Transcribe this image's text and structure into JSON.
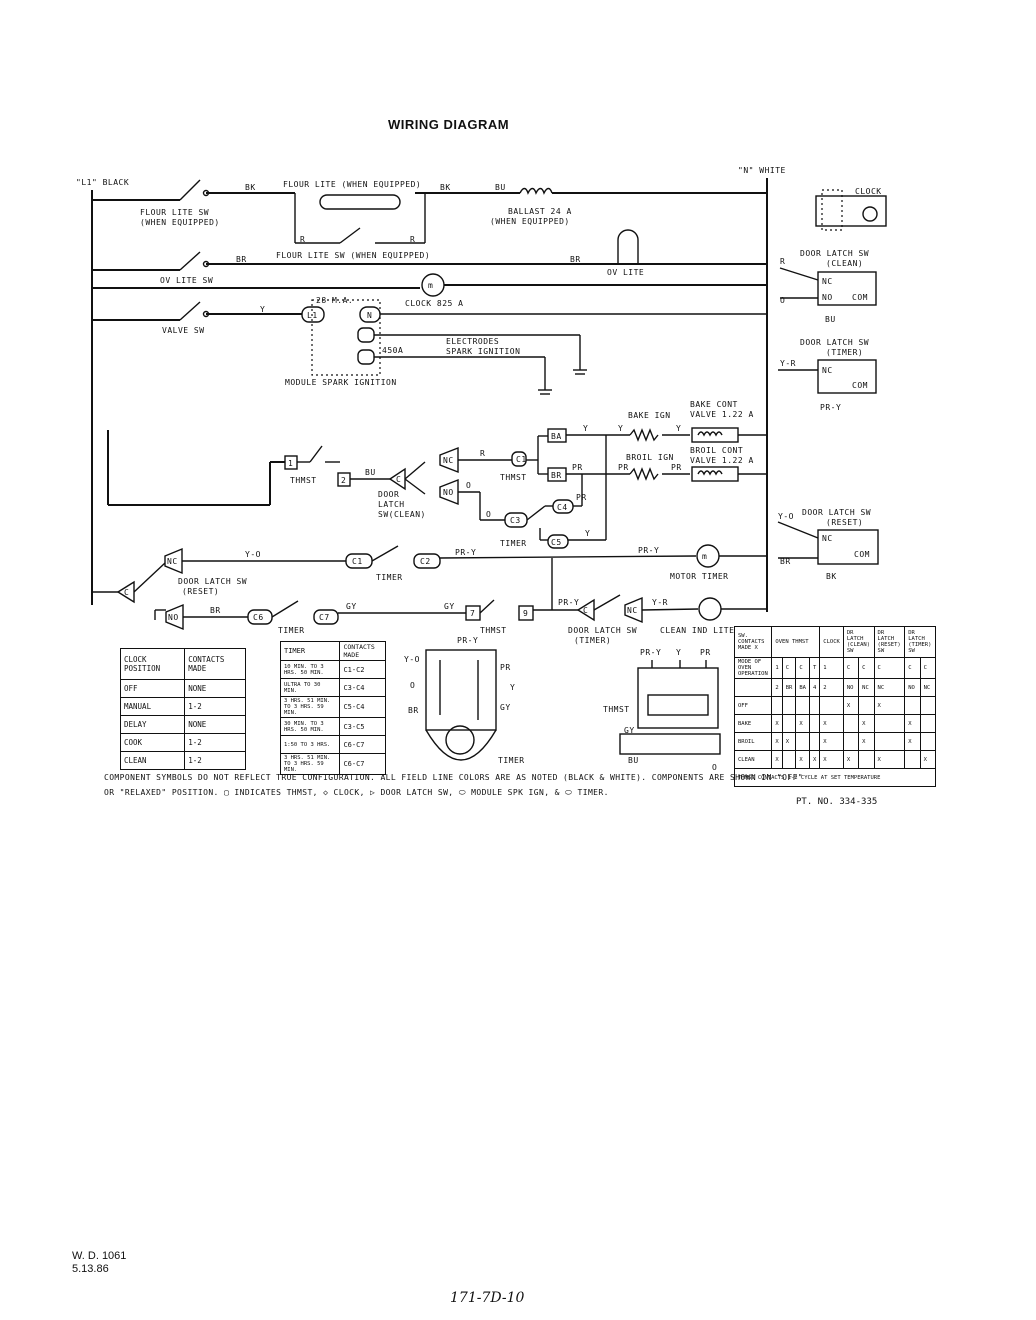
{
  "title": "WIRING DIAGRAM",
  "lines": {
    "l1": "\"L1\" BLACK",
    "n": "\"N\" WHITE"
  },
  "wire_colors": {
    "bk": "BK",
    "bu": "BU",
    "br": "BR",
    "y": "Y",
    "r": "R",
    "o": "O",
    "pr": "PR",
    "gy": "GY",
    "y_o": "Y-O",
    "pr_y": "PR-Y",
    "y_r": "Y-R"
  },
  "components": {
    "flour_lite_sw": [
      "FLOUR LITE SW",
      "(WHEN EQUIPPED)"
    ],
    "flour_lite": "FLOUR LITE (WHEN EQUIPPED)",
    "flour_lite_sw2": "FLOUR LITE SW (WHEN EQUIPPED)",
    "ballast": [
      "BALLAST 24 A",
      "(WHEN EQUIPPED)"
    ],
    "ov_lite_sw": "OV LITE SW",
    "ov_lite": "OV LITE",
    "clock_motor": "CLOCK 825 A",
    "valve_sw": "VALVE SW",
    "ma": "28 M.A.",
    "a450": "450A",
    "electrodes": [
      "ELECTRODES",
      "SPARK IGNITION"
    ],
    "module": "MODULE SPARK IGNITION",
    "bake_ign": "BAKE IGN",
    "bake_valve": [
      "BAKE CONT",
      "VALVE 1.22 A"
    ],
    "broil_ign": "BROIL IGN",
    "broil_valve": [
      "BROIL CONT",
      "VALVE 1.22 A"
    ],
    "thmst": "THMST",
    "door_latch_clean": [
      "DOOR",
      "LATCH",
      "SW(CLEAN)"
    ],
    "timer": "TIMER",
    "door_latch_reset": [
      "DOOR LATCH SW",
      "(RESET)"
    ],
    "motor_timer": "MOTOR TIMER",
    "door_latch_timer": [
      "DOOR LATCH SW",
      "(TIMER)"
    ],
    "clean_ind_lite": "CLEAN IND LITE",
    "clock": "CLOCK",
    "nc": "NC",
    "no": "NO",
    "com": "COM"
  },
  "terminals": {
    "l1": "L1",
    "n": "N",
    "ba": "BA",
    "br": "BR",
    "c1": "C1",
    "c2": "C2",
    "c3": "C3",
    "c4": "C4",
    "c5": "C5",
    "c6": "C6",
    "c7": "C7",
    "t1": "1",
    "t2": "2",
    "t7": "7",
    "t9": "9",
    "c": "C"
  },
  "right_side": {
    "door_latch_clean": [
      "DOOR LATCH SW",
      "(CLEAN)"
    ],
    "door_latch_timer": [
      "DOOR LATCH SW",
      "(TIMER)"
    ],
    "door_latch_reset": [
      "DOOR LATCH SW",
      "(RESET)"
    ]
  },
  "clock_table": {
    "headers": [
      "CLOCK POSITION",
      "CONTACTS MADE"
    ],
    "rows": [
      [
        "OFF",
        "NONE"
      ],
      [
        "MANUAL",
        "1-2"
      ],
      [
        "DELAY",
        "NONE"
      ],
      [
        "COOK",
        "1-2"
      ],
      [
        "CLEAN",
        "1-2"
      ]
    ]
  },
  "timer_table": {
    "headers": [
      "TIMER",
      "CONTACTS MADE"
    ],
    "rows": [
      [
        "10 MIN. TO 3 HRS. 50 MIN.",
        "C1-C2"
      ],
      [
        "ULTRA TO 30 MIN.",
        "C3-C4"
      ],
      [
        "3 HRS. 51 MIN. TO 3 HRS. 59 MIN.",
        "C5-C4"
      ],
      [
        "30 MIN. TO 3 HRS. 50 MIN.",
        "C3-C5"
      ],
      [
        "1:50 TO 3 HRS.",
        "C6-C7"
      ],
      [
        "3 HRS. 51 MIN. TO 3 HRS. 59 MIN.",
        "C6-C7"
      ]
    ]
  },
  "sw_table": {
    "head": [
      "SW. CONTACTS MADE X",
      "OVEN THMST",
      "CLOCK",
      "DR LATCH (CLEAN) SW",
      "DR LATCH (RESET) SW",
      "DR LATCH (TIMER) SW"
    ],
    "rows": [
      [
        "MODE OF OVEN OPERATION",
        "1",
        "C",
        "C",
        "T",
        "1",
        "C",
        "C",
        "C",
        "C",
        "C"
      ],
      [
        "",
        "2",
        "BR",
        "BA",
        "4",
        "2",
        "NO",
        "NC",
        "NC",
        "NO",
        "NC"
      ],
      [
        "OFF",
        "",
        "",
        "",
        "",
        "",
        "X",
        "",
        "X",
        "",
        ""
      ],
      [
        "BAKE",
        "X",
        "",
        "X",
        "",
        "X",
        "",
        "X",
        "",
        "X",
        ""
      ],
      [
        "BROIL",
        "X",
        "X",
        "",
        "",
        "X",
        "",
        "X",
        "",
        "X",
        ""
      ],
      [
        "CLEAN",
        "X",
        "",
        "X",
        "X",
        "X",
        "X",
        "",
        "X",
        "",
        "X"
      ]
    ],
    "foot": "THMST CONTACTS 1-2 CYCLE AT SET TEMPERATURE"
  },
  "thmst_label": "THMST",
  "timer_label": "TIMER",
  "note": [
    "COMPONENT SYMBOLS DO NOT REFLECT TRUE CONFIGURATION. ALL FIELD LINE COLORS ARE AS NOTED (BLACK & WHITE). COMPONENTS ARE SHOWN IN \"OFF\"",
    "OR \"RELAXED\" POSITION.  ▢ INDICATES THMST, ◇ CLOCK, ▷ DOOR LATCH SW, ⬭ MODULE SPK IGN, & ⬭ TIMER."
  ],
  "pt_no": "PT. NO. 334-335",
  "wd": [
    "W. D. 1061",
    "5.13.86"
  ],
  "handwritten": "171-7D-10"
}
